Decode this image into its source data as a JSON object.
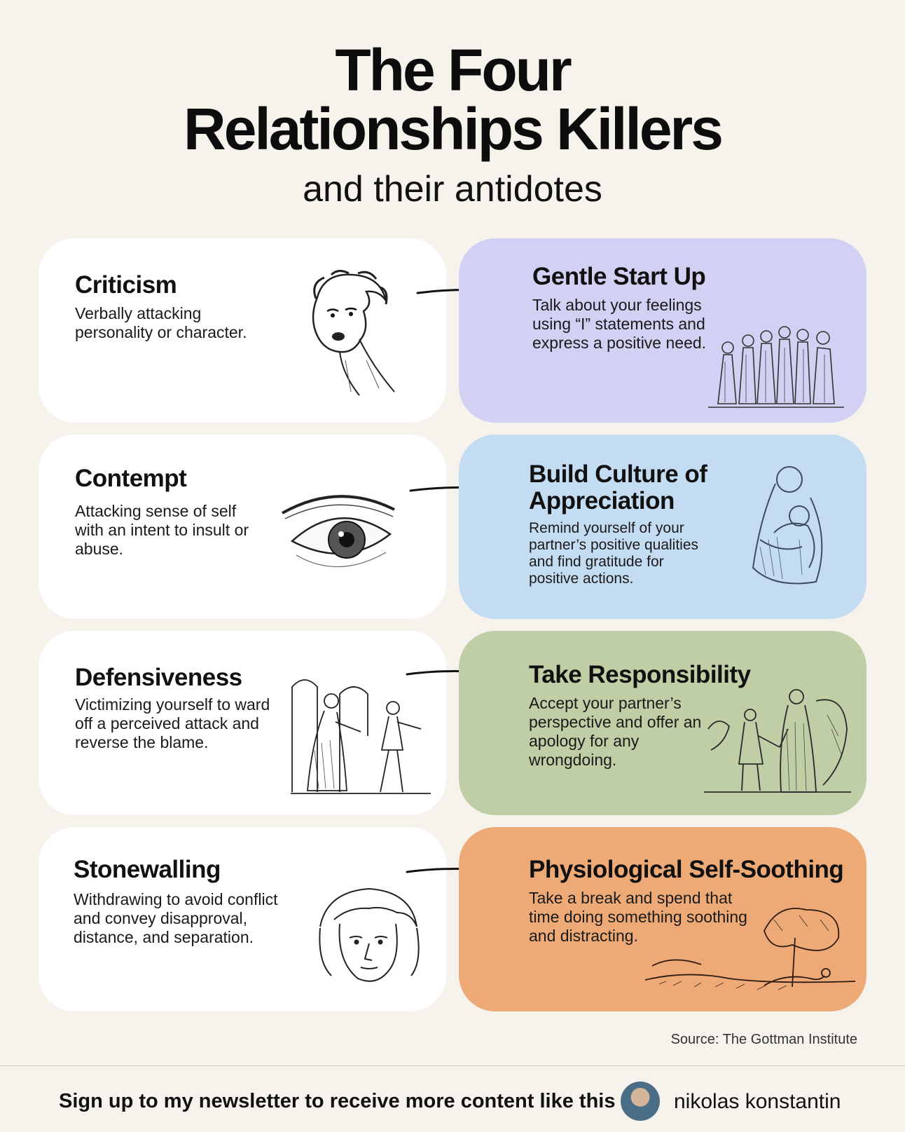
{
  "header": {
    "title_line1": "The Four",
    "title_line2": "Relationships Killers",
    "subtitle": "and their antidotes"
  },
  "rows": [
    {
      "killer": {
        "title": "Criticism",
        "description": "Verbally attacking personality or character."
      },
      "antidote": {
        "title": "Gentle Start Up",
        "description": "Talk about your feelings using “I” statements and express a positive need.",
        "color": "#d2d0f3"
      }
    },
    {
      "killer": {
        "title": "Contempt",
        "description": "Attacking sense of self with an intent to insult or abuse."
      },
      "antidote": {
        "title": "Build Culture of Appreciation",
        "description": "Remind yourself of your partner’s positive qualities and find gratitude for positive actions.",
        "color": "#c4dcf2"
      }
    },
    {
      "killer": {
        "title": "Defensiveness",
        "description": "Victimizing yourself to ward off a perceived attack and reverse the blame."
      },
      "antidote": {
        "title": "Take Responsibility",
        "description": "Accept your partner’s perspective and offer an apology for any wrongdoing.",
        "color": "#bfcea4"
      }
    },
    {
      "killer": {
        "title": "Stonewalling",
        "description": "Withdrawing to avoid conflict and convey disapproval, distance, and separation."
      },
      "antidote": {
        "title": "Physiological Self-Soothing",
        "description": "Take a break and spend that time doing something soothing and distracting.",
        "color": "#eeaa76"
      }
    }
  ],
  "source": "Source: The Gottman Institute",
  "footer": {
    "cta": "Sign up to my newsletter to receive more content like this",
    "author": "nikolas konstantin"
  }
}
